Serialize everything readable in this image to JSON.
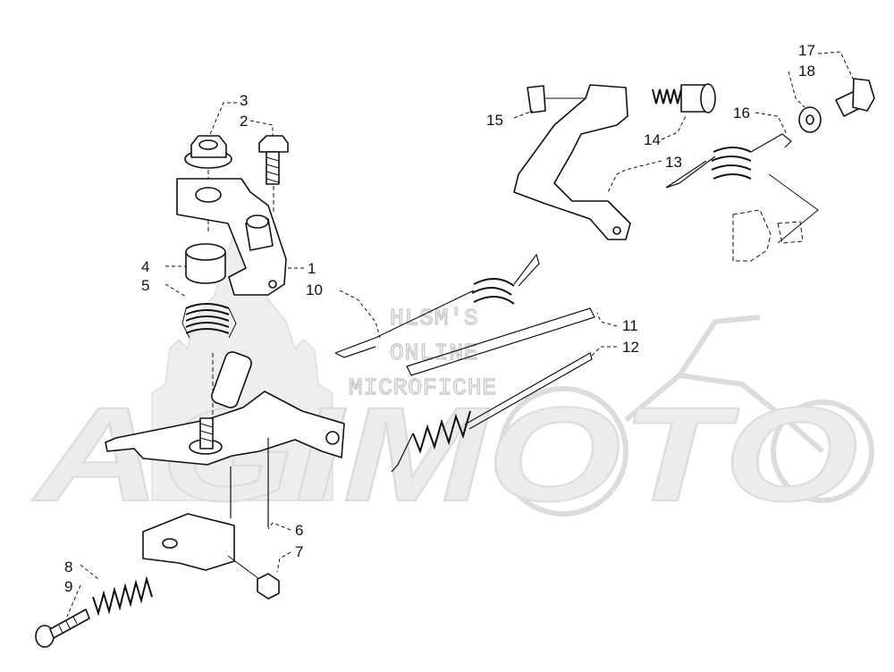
{
  "watermark": {
    "brand": "AGIMOTO",
    "line1": "HLSM'S",
    "line2": "ONLINE",
    "line3": "MICROFICHE"
  },
  "callouts": [
    "1",
    "2",
    "3",
    "4",
    "5",
    "6",
    "7",
    "8",
    "9",
    "10",
    "11",
    "12",
    "13",
    "14",
    "15",
    "16",
    "17",
    "18"
  ]
}
